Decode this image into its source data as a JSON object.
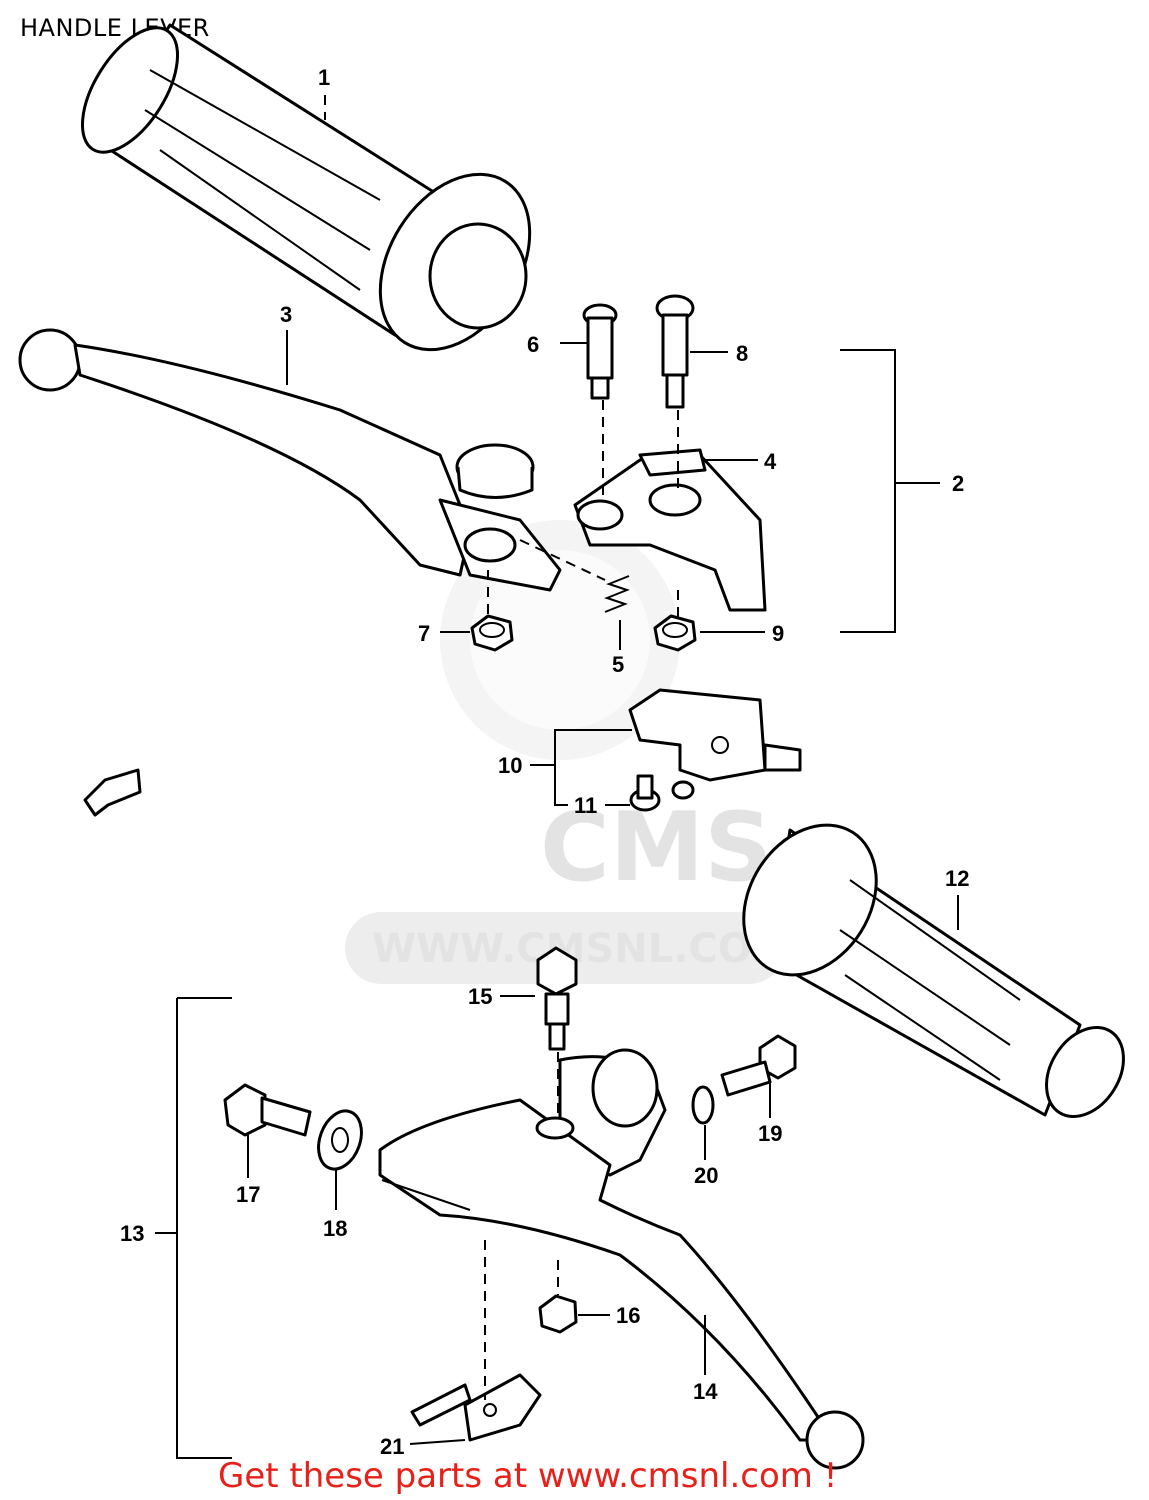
{
  "title": "HANDLE LEVER",
  "watermark": {
    "brand": "CMS",
    "url": "WWW.CMSNL.COM"
  },
  "footer": "Get these parts at www.cmsnl.com !",
  "colors": {
    "footer": "#e8201a",
    "line": "#000000",
    "watermark": "#e3e3e3"
  },
  "callouts": [
    "1",
    "2",
    "3",
    "4",
    "5",
    "6",
    "7",
    "8",
    "9",
    "10",
    "11",
    "12",
    "13",
    "14",
    "15",
    "16",
    "17",
    "18",
    "19",
    "20",
    "21"
  ]
}
